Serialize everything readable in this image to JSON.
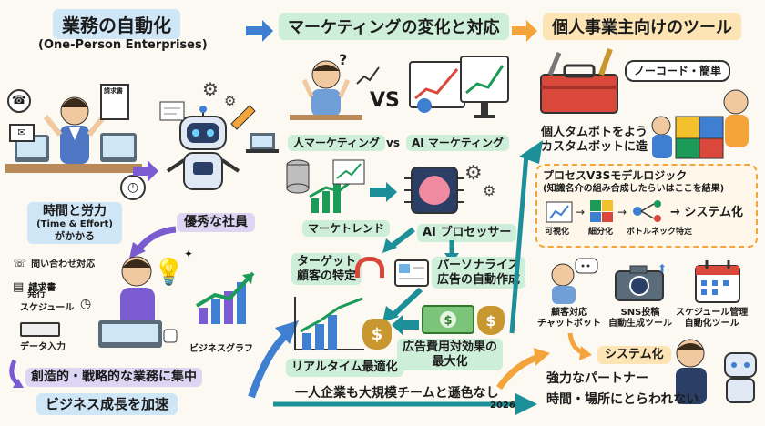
{
  "col1": {
    "title": "業務の自動化",
    "subtitle": "(One-Person Enterprises)",
    "time_effort_1": "時間と労力",
    "time_effort_2": "(Time & Effort)",
    "time_effort_3": "がかかる",
    "excellent_employee": "優秀な社員",
    "task_inquiry": "問い合わせ対応",
    "task_invoice_1": "請求書",
    "task_invoice_2": "発行",
    "task_schedule": "スケジュール",
    "task_data_entry": "データ入力",
    "business_graph": "ビジネスグラフ",
    "doc_label": "請求書",
    "focus": "創造的・戦略的な業務に集中",
    "accelerate": "ビジネス成長を加速"
  },
  "col2": {
    "title": "マーケティングの変化と対応",
    "vs_big": "VS",
    "human_marketing": "人マーケティング",
    "vs_small": "vs",
    "ai_marketing": "AI マーケティング",
    "market_trend": "マーケトレンド",
    "ai_processor": "AI プロセッサー",
    "target_1": "ターゲット",
    "target_2": "顧客の特定",
    "personalize_1": "パーソナライズ",
    "personalize_2": "広告の自動作成",
    "realtime": "リアルタイム最適化",
    "cost_1": "広告費用対効果の",
    "cost_2": "最大化",
    "bottom_banner": "一人企業も大規模チームと遜色なし",
    "year": "2026"
  },
  "col3": {
    "title": "個人事業主向けのツール",
    "nocode": "ノーコード・簡単",
    "custom_bot_1": "個人タムボトをよう",
    "custom_bot_2": "カスタムボットに造",
    "process_title": "プロセスV3Sモデルロジック",
    "process_sub": "(知識名介の組み合成したらいはここを結果)",
    "step1": "可視化",
    "step2": "細分化",
    "step3": "ボトルネック特定",
    "step_result": "→ システム化",
    "tool1_1": "顧客対応",
    "tool1_2": "チャットボット",
    "tool2_1": "SNS投稿",
    "tool2_2": "自動生成ツール",
    "tool3_1": "スケジュール管理",
    "tool3_2": "自動化ツール",
    "systemize": "システム化",
    "partner_1": "強力なパートナー",
    "partner_2": "時間・場所にとらわれない"
  },
  "colors": {
    "blue_highlight": "#cfe6f7",
    "green_highlight": "#cdeed8",
    "orange_highlight": "#fde4b4",
    "purple_highlight": "#ddd5f4",
    "arrow_blue": "#3f7fd1",
    "arrow_purple": "#7a5bd0",
    "arrow_teal": "#1c8f98",
    "arrow_orange": "#f3a43b"
  },
  "icons": [
    "robot-icon",
    "brain-chip-icon",
    "gear-icon",
    "toolbox-icon",
    "camera-icon",
    "calendar-icon",
    "money-bag-icon",
    "magnet-icon",
    "lightbulb-icon",
    "person-icon",
    "laptop-icon",
    "chart-icon",
    "puzzle-icon",
    "phone-icon",
    "clock-icon"
  ]
}
